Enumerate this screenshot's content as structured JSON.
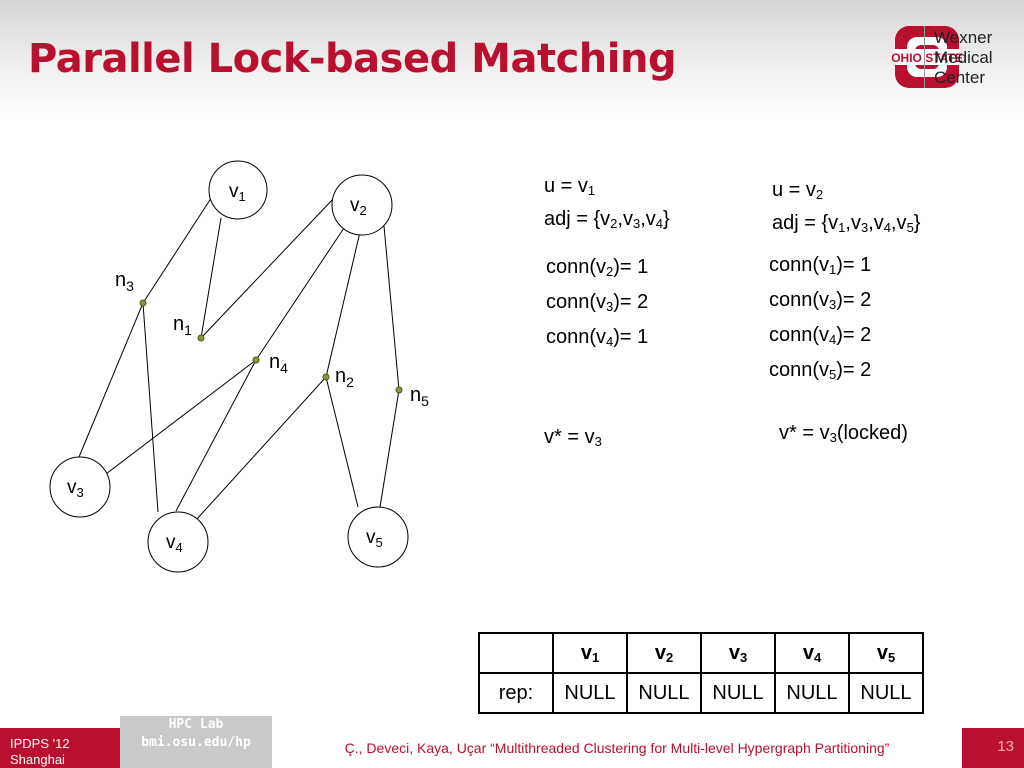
{
  "slide": {
    "title": "Parallel Lock-based Matching",
    "logo": {
      "org_line1": "Wexner",
      "org_line2": "Medical",
      "org_line3": "Center",
      "mark": "OHIO STATE"
    },
    "graph": {
      "vertices": [
        {
          "id": "v1",
          "label": "v",
          "sub": "1"
        },
        {
          "id": "v2",
          "label": "v",
          "sub": "2"
        },
        {
          "id": "v3",
          "label": "v",
          "sub": "3"
        },
        {
          "id": "v4",
          "label": "v",
          "sub": "4"
        },
        {
          "id": "v5",
          "label": "v",
          "sub": "5"
        }
      ],
      "nets": [
        {
          "id": "n1",
          "label": "n",
          "sub": "1"
        },
        {
          "id": "n2",
          "label": "n",
          "sub": "2"
        },
        {
          "id": "n3",
          "label": "n",
          "sub": "3"
        },
        {
          "id": "n4",
          "label": "n",
          "sub": "4"
        },
        {
          "id": "n5",
          "label": "n",
          "sub": "5"
        }
      ]
    },
    "left_info": {
      "u_prefix": "u = v",
      "u_sub": "1",
      "adj_prefix": "adj = {v",
      "adj_subs": [
        "2",
        "3",
        "4"
      ],
      "conn": [
        {
          "sub": "2",
          "value": "1"
        },
        {
          "sub": "3",
          "value": "2"
        },
        {
          "sub": "4",
          "value": "1"
        }
      ],
      "vstar_prefix": "v* = v",
      "vstar_sub": "3"
    },
    "right_info": {
      "u_prefix": "u = v",
      "u_sub": "2",
      "adj_prefix": "adj = {v",
      "adj_subs": [
        "1",
        "3",
        "4",
        "5"
      ],
      "conn": [
        {
          "sub": "1",
          "value": "1"
        },
        {
          "sub": "3",
          "value": "2"
        },
        {
          "sub": "4",
          "value": "2"
        },
        {
          "sub": "5",
          "value": "2"
        }
      ],
      "vstar_prefix": "v* = v",
      "vstar_sub": "3",
      "vstar_suffix": "(locked)"
    },
    "rep_table": {
      "row_label": "rep:",
      "headers": [
        {
          "label": "v",
          "sub": "1"
        },
        {
          "label": "v",
          "sub": "2"
        },
        {
          "label": "v",
          "sub": "3"
        },
        {
          "label": "v",
          "sub": "4"
        },
        {
          "label": "v",
          "sub": "5"
        }
      ],
      "values": [
        "NULL",
        "NULL",
        "NULL",
        "NULL",
        "NULL"
      ]
    },
    "footer": {
      "venue_line1": "IPDPS '12",
      "venue_line2": "Shanghai",
      "lab_line1": "HPC Lab",
      "lab_line2": "bmi.osu.edu/hp",
      "citation": "Ç., Deveci, Kaya, Uçar “Multithreaded Clustering for Multi-level Hypergraph Partitioning”",
      "page_number": "13"
    },
    "colors": {
      "accent": "#b8102e",
      "net_dot": "#8a9a3a"
    }
  }
}
